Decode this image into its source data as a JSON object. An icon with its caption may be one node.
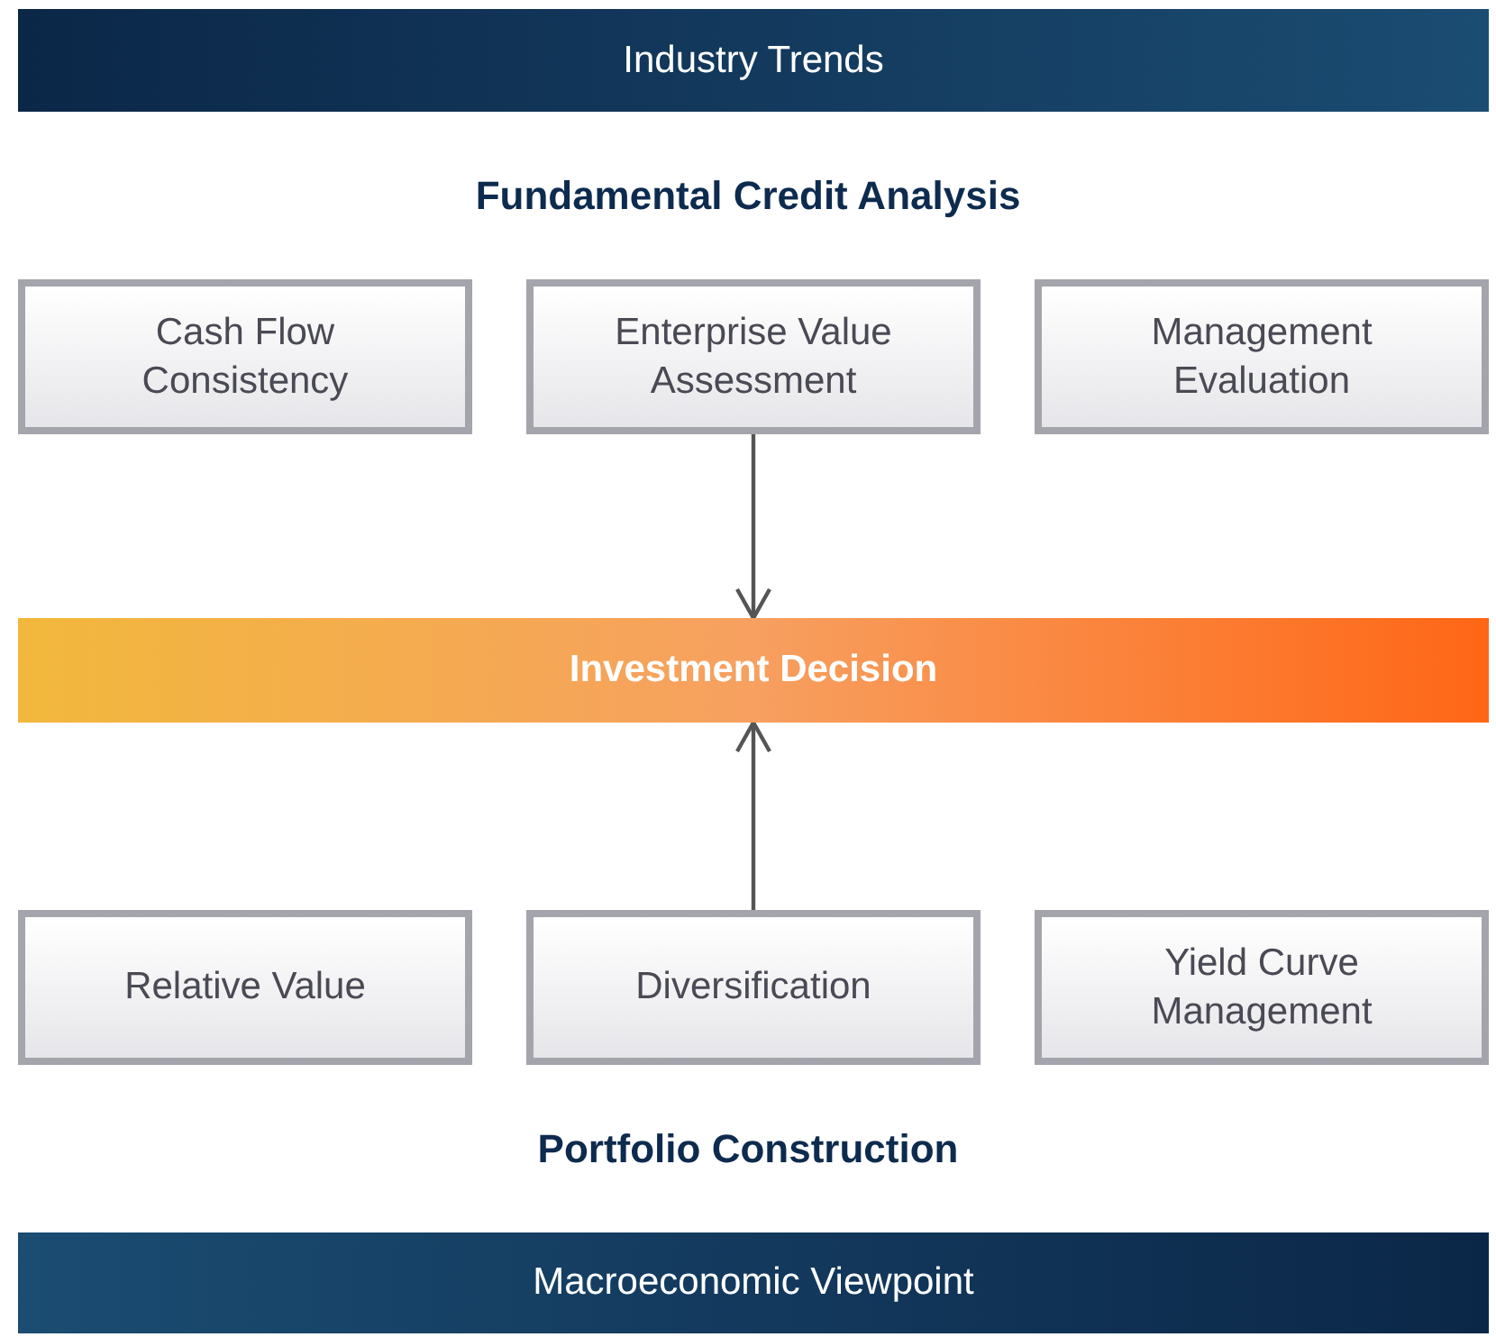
{
  "diagram": {
    "nodes": [
      {
        "text": [
          "Industry Trends"
        ]
      },
      {
        "text": [
          "Cash Flow Consistency"
        ]
      },
      {
        "text": [
          "Enterprise Value Assessment"
        ]
      },
      {
        "text": [
          "Management Evaluation"
        ]
      },
      {
        "text": [
          "Investment Decision"
        ]
      },
      {
        "text": [
          "Relative Value"
        ]
      },
      {
        "text": [
          "Diversification"
        ]
      },
      {
        "text": [
          "Yield Curve Management"
        ]
      },
      {
        "text": [
          "Macroeconomic Viewpoint"
        ]
      }
    ],
    "edges": [
      {
        "from": 2,
        "to": 4,
        "arrow": "to"
      },
      {
        "from": 6,
        "to": 4,
        "arrow": "to"
      }
    ],
    "labels": [
      "Fundamental Credit Analysis",
      "Portfolio Construction"
    ]
  }
}
